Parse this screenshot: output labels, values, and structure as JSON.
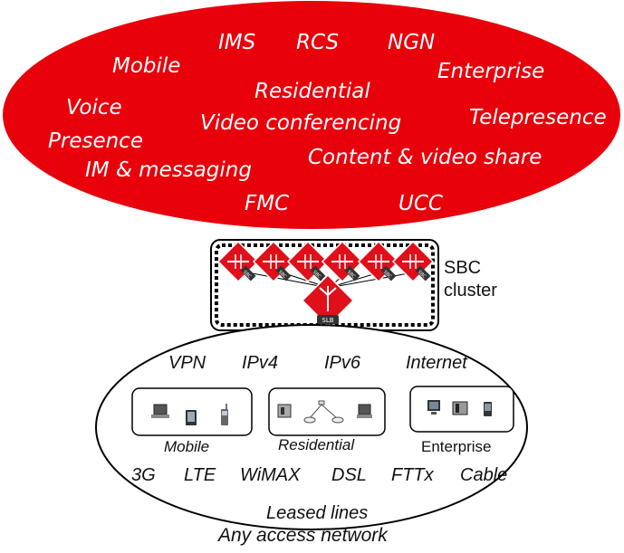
{
  "services": {
    "ims": "IMS",
    "rcs": "RCS",
    "ngn": "NGN",
    "mobile": "Mobile",
    "enterprise": "Enterprise",
    "residential": "Residential",
    "voice": "Voice",
    "telepresence": "Telepresence",
    "video_conferencing": "Video conferencing",
    "presence": "Presence",
    "content_video_share": "Content & video share",
    "im_messaging": "IM & messaging",
    "fmc": "FMC",
    "ucc": "UCC"
  },
  "cluster": {
    "label_line1": "SBC",
    "label_line2": "cluster",
    "node_label": "SBC",
    "balancer_label": "SLB"
  },
  "access": {
    "vpn": "VPN",
    "ipv4": "IPv4",
    "ipv6": "IPv6",
    "internet": "Internet",
    "mobile_group": "Mobile",
    "residential_group": "Residential",
    "enterprise_group": "Enterprise",
    "threeg": "3G",
    "lte": "LTE",
    "wimax": "WiMAX",
    "dsl": "DSL",
    "fttx": "FTTx",
    "cable": "Cable",
    "leased": "Leased lines",
    "caption": "Any access network"
  },
  "colors": {
    "service_cloud": "#e8000b",
    "sbc_red": "#e0101a",
    "outline": "#000000"
  }
}
